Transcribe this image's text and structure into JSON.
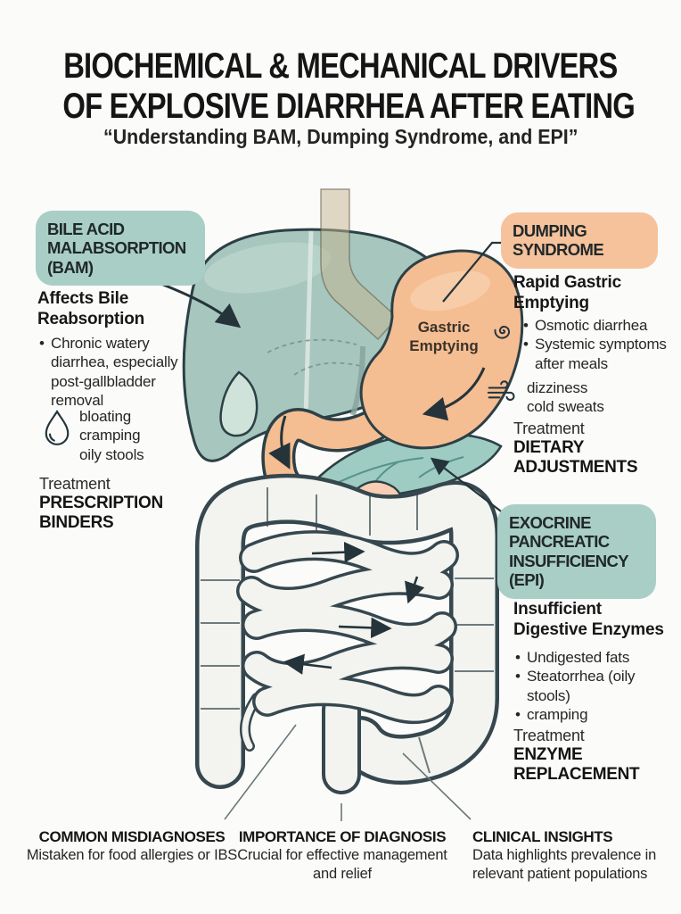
{
  "page": {
    "title_line1": "BIOCHEMICAL & MECHANICAL DRIVERS",
    "title_line2": "OF EXPLOSIVE DIARRHEA AFTER EATING",
    "subtitle": "“Understanding BAM, Dumping Syndrome, and EPI”"
  },
  "colors": {
    "teal_badge": "#a9cec6",
    "peach_badge": "#f6c29b",
    "liver": "#a6c6be",
    "stomach": "#f4bd92",
    "pancreas": "#9ecbc2",
    "intestine": "#f3f4ef",
    "outline": "#2c4046"
  },
  "bam": {
    "badge": "BILE ACID MALABSORPTION (BAM)",
    "heading": "Affects Bile Reabsorption",
    "bullets": [
      "Chronic watery diarrhea, especially post-gallbladder removal"
    ],
    "symptom_icon": "droplet-icon",
    "symptoms": [
      "bloating",
      "cramping",
      "oily stools"
    ],
    "treatment_label": "Treatment",
    "treatment": "PRESCRIPTION BINDERS"
  },
  "dumping": {
    "badge": "DUMPING SYNDROME",
    "heading": "Rapid Gastric Emptying",
    "bullet_icon": "spiral-icon",
    "bullets": [
      "Osmotic diarrhea",
      "Systemic symptoms after meals"
    ],
    "symptom_icon": "wind-icon",
    "symptoms": [
      "dizziness",
      "cold sweats"
    ],
    "treatment_label": "Treatment",
    "treatment": "DIETARY ADJUSTMENTS"
  },
  "epi": {
    "badge": "EXOCRINE PANCREATIC INSUFFICIENCY (EPI)",
    "heading": "Insufficient Digestive Enzymes",
    "bullets": [
      "Undigested fats",
      "Steatorrhea (oily stools)",
      "cramping"
    ],
    "treatment_label": "Treatment",
    "treatment": "ENZYME REPLACEMENT"
  },
  "diagram": {
    "stomach_label": "Gastric Emptying",
    "organs": [
      "liver",
      "gallbladder",
      "esophagus",
      "stomach",
      "duodenum",
      "pancreas",
      "small-intestine",
      "large-intestine",
      "appendix",
      "rectum"
    ]
  },
  "footer": {
    "columns": [
      {
        "title": "COMMON MISDIAGNOSES",
        "text": "Mistaken for food allergies or IBS"
      },
      {
        "title": "IMPORTANCE OF DIAGNOSIS",
        "text": "Crucial for effective management and relief"
      },
      {
        "title": "CLINICAL INSIGHTS",
        "text": "Data highlights prevalence in relevant patient populations"
      }
    ]
  }
}
